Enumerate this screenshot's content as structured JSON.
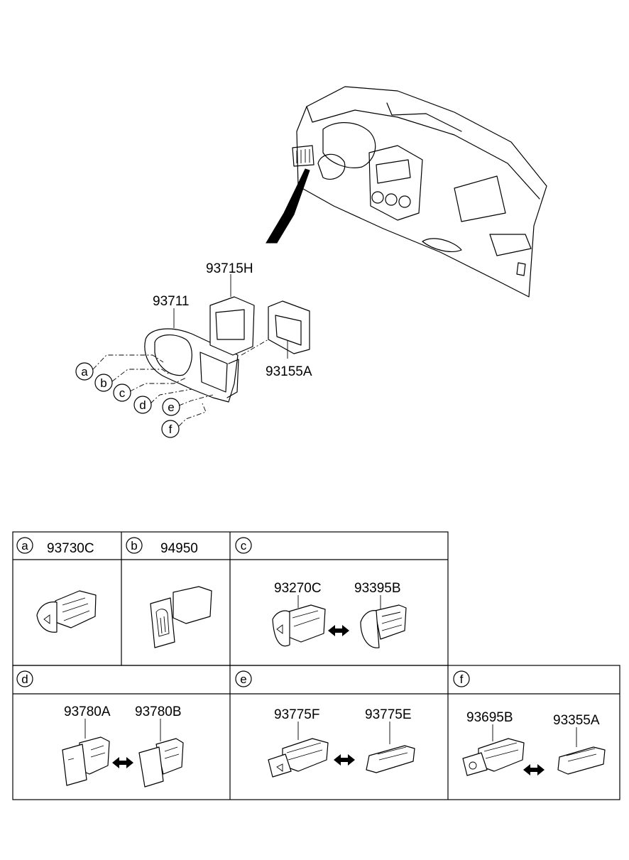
{
  "callouts": {
    "dash_top": "93715H",
    "bezel": "93711",
    "bracket": "93155A"
  },
  "leader_letters": [
    "a",
    "b",
    "c",
    "d",
    "e",
    "f"
  ],
  "table": {
    "a": {
      "letter": "a",
      "parts": [
        "93730C"
      ]
    },
    "b": {
      "letter": "b",
      "parts": [
        "94950"
      ]
    },
    "c": {
      "letter": "c",
      "parts": [
        "93270C",
        "93395B"
      ]
    },
    "d": {
      "letter": "d",
      "parts": [
        "93780A",
        "93780B"
      ]
    },
    "e": {
      "letter": "e",
      "parts": [
        "93775F",
        "93775E"
      ]
    },
    "f": {
      "letter": "f",
      "parts": [
        "93695B",
        "93355A"
      ]
    }
  }
}
